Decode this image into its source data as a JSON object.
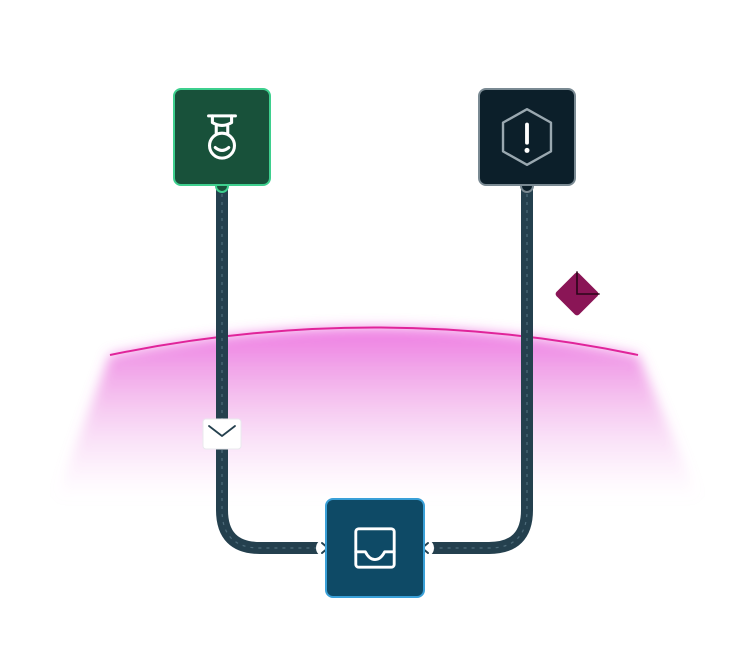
{
  "diagram": {
    "nodes": [
      {
        "id": "source-left",
        "icon": "user-agent-icon",
        "fill": "#18513A",
        "border": "#3ECF8E"
      },
      {
        "id": "source-right",
        "icon": "warning-hexagon-icon",
        "fill": "#0C1F2A",
        "border": "#7A8A93"
      },
      {
        "id": "target-inbox",
        "icon": "inbox-tray-icon",
        "fill": "#0E4A66",
        "border": "#3AA0D8"
      }
    ],
    "connectors": [
      {
        "from": "source-left",
        "to": "target-inbox",
        "color": "#24404E"
      },
      {
        "from": "source-right",
        "to": "target-inbox",
        "color": "#24404E"
      }
    ],
    "messages": [
      {
        "icon": "envelope-icon",
        "style": "white-card",
        "on": "left-connector"
      },
      {
        "icon": "envelope-icon",
        "style": "magenta-tilted",
        "on": "right-connector"
      }
    ],
    "filter_band": {
      "color": "#E84FD8",
      "edge_color": "#E0249A"
    }
  }
}
